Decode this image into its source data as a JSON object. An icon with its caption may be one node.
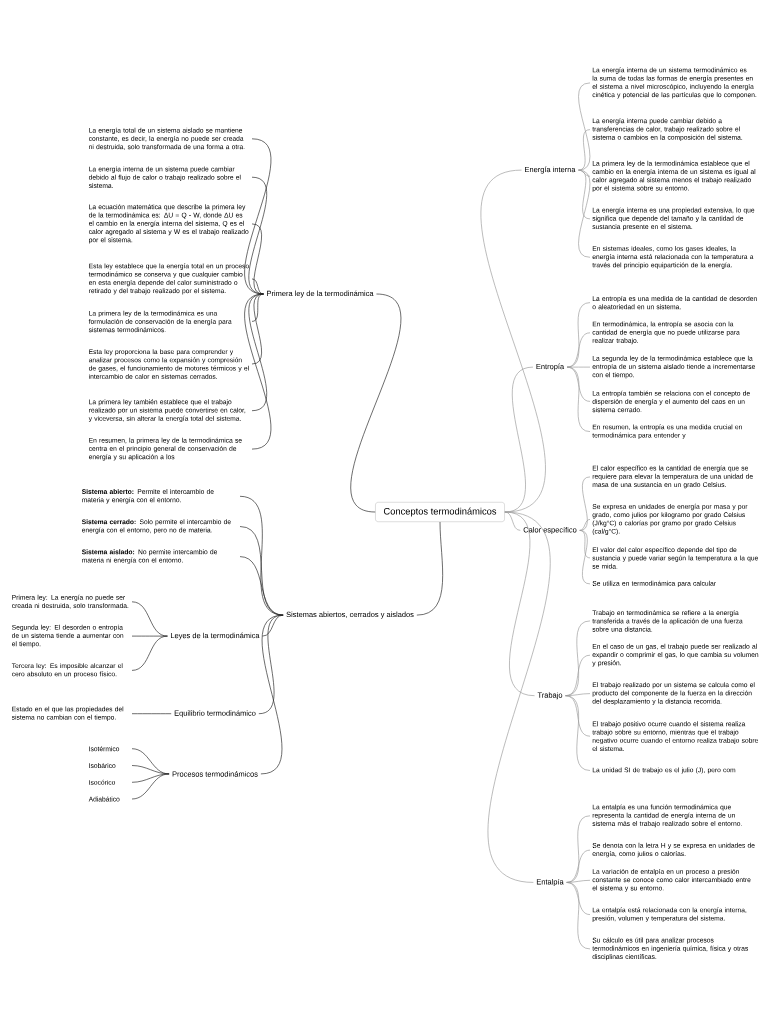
{
  "diagram": {
    "nodes": [
      {
        "text": [
          "Conceptos termodinámicos"
        ]
      },
      {
        "text": [
          "Primera ley de la termodinámica"
        ]
      },
      {
        "text": [
          "La energía total de un sistema aislado se mantiene constante, es decir, la energía no puede ser creada ni destruida, solo transformada de una forma a otra."
        ]
      },
      {
        "text": [
          "La energía interna de un sistema puede cambiar debido al flujo de calor o trabajo realizado sobre el sistema."
        ]
      },
      {
        "text": [
          "La ecuación matemática que describe la primera ley de la termodinámica es: ΔU = Q - W, donde ΔU es el cambio en la energía interna del sistema, Q es el calor agregado al sistema y W es el trabajo realizado por el sistema."
        ]
      },
      {
        "text": [
          "Esta ley establece que la energía total en un proceso termodinámico se conserva y que cualquier cambio en esta energía depende del calor suministrado o retirado y del trabajo realizado por el sistema."
        ]
      },
      {
        "text": [
          "La primera ley de la termodinámica es una formulación de conservación de la energía para sistemas termodinámicos."
        ]
      },
      {
        "text": [
          "Esta ley proporciona la base para comprender y analizar procesos como la expansión y compresión de gases, el funcionamiento de motores térmicos y el intercambio de calor en sistemas cerrados."
        ]
      },
      {
        "text": [
          "La primera ley también establece que el trabajo realizado por un sistema puede convertirse en calor, y viceversa, sin alterar la energía total del sistema."
        ]
      },
      {
        "text": [
          "En resumen, la primera ley de la termodinámica se centra en el principio general de conservación de energía y su aplicación a los"
        ]
      },
      {
        "text": [
          "Sistemas abiertos, cerrados y aislados"
        ]
      },
      {
        "text": [
          "**Sistema abierto:** Permite el intercambio de materia y energía con el entorno."
        ]
      },
      {
        "text": [
          "**Sistema cerrado:** Solo permite el intercambio de energía con el entorno, pero no de materia."
        ]
      },
      {
        "text": [
          "**Sistema aislado:** No permite intercambio de materia ni energía con el entorno."
        ]
      },
      {
        "text": [
          "Leyes de la termodinámica"
        ]
      },
      {
        "text": [
          "Primera ley: La energía no puede ser creada ni destruida, solo transformada."
        ]
      },
      {
        "text": [
          "Segunda ley: El desorden o entropía de un sistema tiende a aumentar con el tiempo."
        ]
      },
      {
        "text": [
          "Tercera ley: Es imposible alcanzar el cero absoluto en un proceso físico."
        ]
      },
      {
        "text": [
          "Equilibrio termodinámico"
        ]
      },
      {
        "text": [
          "Estado en el que las propiedades del sistema no cambian con el tiempo."
        ]
      },
      {
        "text": [
          "Procesos termodinámicos"
        ]
      },
      {
        "text": [
          "Isotérmico"
        ]
      },
      {
        "text": [
          "Isobárico"
        ]
      },
      {
        "text": [
          "Isocórico"
        ]
      },
      {
        "text": [
          "Adiabático"
        ]
      },
      {
        "text": [
          "Energía interna"
        ]
      },
      {
        "text": [
          "La energía interna de un sistema termodinámico es la suma de todas las formas de energía presentes en el sistema a nivel microscópico, incluyendo la energía cinética y potencial de las partículas que lo componen."
        ]
      },
      {
        "text": [
          "La energía interna puede cambiar debido a transferencias de calor, trabajo realizado sobre el sistema o cambios en la composición del sistema."
        ]
      },
      {
        "text": [
          "La primera ley de la termodinámica establece que el cambio en la energía interna de un sistema es igual al calor agregado al sistema menos el trabajo realizado por el sistema sobre su entorno."
        ]
      },
      {
        "text": [
          "La energía interna es una propiedad extensiva, lo que significa que depende del tamaño y la cantidad de sustancia presente en el sistema."
        ]
      },
      {
        "text": [
          "En sistemas ideales, como los gases ideales, la energía interna está relacionada con la temperatura a través del principio equipartición de la energía."
        ]
      },
      {
        "text": [
          "Entropía"
        ]
      },
      {
        "text": [
          "La entropía es una medida de la cantidad de desorden o aleatoriedad en un sistema."
        ]
      },
      {
        "text": [
          "En termodinámica, la entropía se asocia con la cantidad de energía que no puede utilizarse para realizar trabajo."
        ]
      },
      {
        "text": [
          "La segunda ley de la termodinámica establece que la entropía de un sistema aislado tiende a incrementarse con el tiempo."
        ]
      },
      {
        "text": [
          "La entropía también se relaciona con el concepto de dispersión de energía y el aumento del caos en un sistema cerrado."
        ]
      },
      {
        "text": [
          "En resumen, la entropía es una medida crucial en termodinámica para entender y"
        ]
      },
      {
        "text": [
          "Calor específico"
        ]
      },
      {
        "text": [
          "El calor específico es la cantidad de energía que se requiere para elevar la temperatura de una unidad de masa de una sustancia en un grado Celsius."
        ]
      },
      {
        "text": [
          "Se expresa en unidades de energía por masa y por grado, como julios por kilogramo por grado Celsius (J/kg°C) o calorías por gramo por grado Celsius (cal/g°C)."
        ]
      },
      {
        "text": [
          "El valor del calor específico depende del tipo de sustancia y puede variar según la temperatura a la que se mida."
        ]
      },
      {
        "text": [
          "Se utiliza en termodinámica para calcular"
        ]
      },
      {
        "text": [
          "Trabajo"
        ]
      },
      {
        "text": [
          "Trabajo en termodinámica se refiere a la energía transferida a través de la aplicación de una fuerza sobre una distancia."
        ]
      },
      {
        "text": [
          "En el caso de un gas, el trabajo puede ser realizado al expandir o comprimir el gas, lo que cambia su volumen y presión."
        ]
      },
      {
        "text": [
          "El trabajo realizado por un sistema se calcula como el producto del componente de la fuerza en la dirección del desplazamiento y la distancia recorrida."
        ]
      },
      {
        "text": [
          "El trabajo positivo ocurre cuando el sistema realiza trabajo sobre su entorno, mientras que el trabajo negativo ocurre cuando el entorno realiza trabajo sobre el sistema."
        ]
      },
      {
        "text": [
          "La unidad SI de trabajo es el julio (J), pero com"
        ]
      },
      {
        "text": [
          "Entalpía"
        ]
      },
      {
        "text": [
          "La entalpía es una función termodinámica que representa la cantidad de energía interna de un sistema más el trabajo realizado sobre el entorno."
        ]
      },
      {
        "text": [
          "Se denota con la letra H y se expresa en unidades de energía, como julios o calorías."
        ]
      },
      {
        "text": [
          "La variación de entalpía en un proceso a presión constante se conoce como calor intercambiado entre el sistema y su entorno."
        ]
      },
      {
        "text": [
          "La entalpía está relacionada con la energía interna, presión, volumen y temperatura del sistema."
        ]
      },
      {
        "text": [
          "Su cálculo es útil para analizar procesos termodinámicos en ingeniería química, física y otras disciplinas científicas."
        ]
      }
    ],
    "edges": [
      {
        "from": 0,
        "to": 1,
        "arrow": "none",
        "color": "#222222"
      },
      {
        "from": 1,
        "to": 2,
        "arrow": "none",
        "color": "#222222"
      },
      {
        "from": 1,
        "to": 3,
        "arrow": "none",
        "color": "#222222"
      },
      {
        "from": 1,
        "to": 4,
        "arrow": "none",
        "color": "#222222"
      },
      {
        "from": 1,
        "to": 5,
        "arrow": "none",
        "color": "#222222"
      },
      {
        "from": 1,
        "to": 6,
        "arrow": "none",
        "color": "#222222"
      },
      {
        "from": 1,
        "to": 7,
        "arrow": "none",
        "color": "#222222"
      },
      {
        "from": 1,
        "to": 8,
        "arrow": "none",
        "color": "#222222"
      },
      {
        "from": 1,
        "to": 9,
        "arrow": "none",
        "color": "#222222"
      },
      {
        "from": 0,
        "to": 10,
        "arrow": "none",
        "color": "#222222"
      },
      {
        "from": 10,
        "to": 11,
        "arrow": "none",
        "color": "#222222"
      },
      {
        "from": 10,
        "to": 12,
        "arrow": "none",
        "color": "#222222"
      },
      {
        "from": 10,
        "to": 13,
        "arrow": "none",
        "color": "#222222"
      },
      {
        "from": 10,
        "to": 14,
        "arrow": "none",
        "color": "#222222"
      },
      {
        "from": 14,
        "to": 15,
        "arrow": "none",
        "color": "#222222"
      },
      {
        "from": 14,
        "to": 16,
        "arrow": "none",
        "color": "#222222"
      },
      {
        "from": 14,
        "to": 17,
        "arrow": "none",
        "color": "#222222"
      },
      {
        "from": 10,
        "to": 18,
        "arrow": "none",
        "color": "#222222"
      },
      {
        "from": 18,
        "to": 19,
        "arrow": "none",
        "color": "#222222"
      },
      {
        "from": 10,
        "to": 20,
        "arrow": "none",
        "color": "#222222"
      },
      {
        "from": 20,
        "to": 21,
        "arrow": "none",
        "color": "#222222"
      },
      {
        "from": 20,
        "to": 22,
        "arrow": "none",
        "color": "#222222"
      },
      {
        "from": 20,
        "to": 23,
        "arrow": "none",
        "color": "#222222"
      },
      {
        "from": 20,
        "to": 24,
        "arrow": "none",
        "color": "#222222"
      },
      {
        "from": 0,
        "to": 25,
        "arrow": "none"
      },
      {
        "from": 25,
        "to": 26,
        "arrow": "none"
      },
      {
        "from": 25,
        "to": 27,
        "arrow": "none"
      },
      {
        "from": 25,
        "to": 28,
        "arrow": "none"
      },
      {
        "from": 25,
        "to": 29,
        "arrow": "none"
      },
      {
        "from": 25,
        "to": 30,
        "arrow": "none"
      },
      {
        "from": 0,
        "to": 31,
        "arrow": "none"
      },
      {
        "from": 31,
        "to": 32,
        "arrow": "none"
      },
      {
        "from": 31,
        "to": 33,
        "arrow": "none"
      },
      {
        "from": 31,
        "to": 34,
        "arrow": "none"
      },
      {
        "from": 31,
        "to": 35,
        "arrow": "none"
      },
      {
        "from": 31,
        "to": 36,
        "arrow": "none"
      },
      {
        "from": 0,
        "to": 37,
        "arrow": "none"
      },
      {
        "from": 37,
        "to": 38,
        "arrow": "none"
      },
      {
        "from": 37,
        "to": 39,
        "arrow": "none"
      },
      {
        "from": 37,
        "to": 40,
        "arrow": "none"
      },
      {
        "from": 37,
        "to": 41,
        "arrow": "none"
      },
      {
        "from": 0,
        "to": 42,
        "arrow": "none"
      },
      {
        "from": 42,
        "to": 43,
        "arrow": "none"
      },
      {
        "from": 42,
        "to": 44,
        "arrow": "none"
      },
      {
        "from": 42,
        "to": 45,
        "arrow": "none"
      },
      {
        "from": 42,
        "to": 46,
        "arrow": "none"
      },
      {
        "from": 42,
        "to": 47,
        "arrow": "none"
      },
      {
        "from": 0,
        "to": 48,
        "arrow": "none"
      },
      {
        "from": 48,
        "to": 49,
        "arrow": "none"
      },
      {
        "from": 48,
        "to": 50,
        "arrow": "none"
      },
      {
        "from": 48,
        "to": 51,
        "arrow": "none"
      },
      {
        "from": 48,
        "to": 52,
        "arrow": "none"
      },
      {
        "from": 48,
        "to": 53,
        "arrow": "none"
      }
    ]
  }
}
